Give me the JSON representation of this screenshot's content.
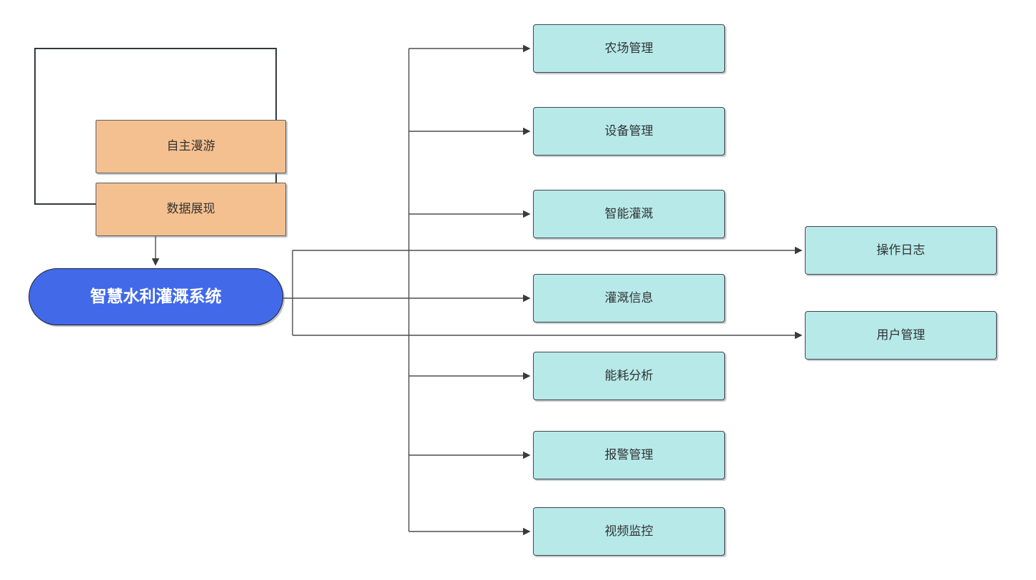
{
  "diagram": {
    "colors": {
      "background": "#ffffff",
      "root_fill": "#4169e8",
      "root_text": "#ffffff",
      "client_item_fill": "#f5c08f",
      "module_fill": "#b7e9e9",
      "node_text": "#333333",
      "edge": "#4d4d4d"
    },
    "client_group": {
      "items": [
        {
          "label": "自主漫游"
        },
        {
          "label": "数据展现"
        }
      ]
    },
    "root": {
      "label": "智慧水利灌溉系统"
    },
    "modules": [
      {
        "label": "农场管理"
      },
      {
        "label": "设备管理"
      },
      {
        "label": "智能灌溉"
      },
      {
        "label": "灌溉信息"
      },
      {
        "label": "能耗分析"
      },
      {
        "label": "报警管理"
      },
      {
        "label": "视频监控"
      }
    ],
    "side_modules": [
      {
        "label": "操作日志"
      },
      {
        "label": "用户管理"
      }
    ]
  }
}
